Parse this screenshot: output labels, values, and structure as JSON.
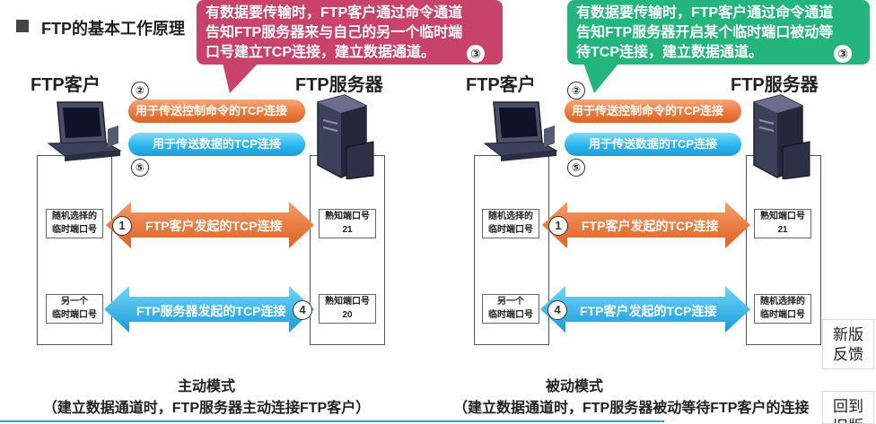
{
  "title": "FTP的基本工作原理",
  "active": {
    "callout_lines": [
      "有数据要传输时，FTP客户通过命令通道",
      "告知FTP服务器来与自己的另一个临时端",
      "口号建立TCP连接，建立数据通道。"
    ],
    "callout_step": "③",
    "client_label": "FTP客户",
    "server_label": "FTP服务器",
    "step_ctrl": "②",
    "ctrl_pipe": "用于传送控制命令的TCP连接",
    "data_pipe": "用于传送数据的TCP连接",
    "step_data": "⑤",
    "client_port1": [
      "随机选择的",
      "临时端口号"
    ],
    "server_port1": [
      "熟知端口号",
      "21"
    ],
    "step_conn1": "1",
    "conn1_label": "FTP客户发起的TCP连接",
    "client_port2": [
      "另一个",
      "临时端口号"
    ],
    "server_port2": [
      "熟知端口号",
      "20"
    ],
    "step_conn2": "4",
    "conn2_label": "FTP服务器发起的TCP连接",
    "caption_title": "主动模式",
    "caption_sub": "（建立数据通道时，FTP服务器主动连接FTP客户）"
  },
  "passive": {
    "callout_lines": [
      "有数据要传输时，FTP客户通过命令通道",
      "告知FTP服务器开启某个临时端口被动等",
      "待TCP连接，建立数据通道。"
    ],
    "callout_step": "③",
    "client_label": "FTP客户",
    "server_label": "FTP服务器",
    "step_ctrl": "②",
    "ctrl_pipe": "用于传送控制命令的TCP连接",
    "data_pipe": "用于传送数据的TCP连接",
    "step_data": "⑤",
    "client_port1": [
      "随机选择的",
      "临时端口号"
    ],
    "server_port1": [
      "熟知端口号",
      "21"
    ],
    "step_conn1": "1",
    "conn1_label": "FTP客户发起的TCP连接",
    "client_port2": [
      "另一个",
      "临时端口号"
    ],
    "server_port2": [
      "随机选择的",
      "临时端口号"
    ],
    "step_conn2": "4",
    "conn2_label": "FTP客户发起的TCP连接",
    "caption_title": "被动模式",
    "caption_sub": "（建立数据通道时，FTP服务器被动等待FTP客户的连接"
  },
  "side": {
    "feedback": [
      "新版",
      "反馈"
    ],
    "back": [
      "回到",
      "旧版"
    ]
  },
  "colors": {
    "active_callout": "#c8426c",
    "passive_callout": "#23b57d",
    "orange": "#ec7a3a",
    "blue": "#29b6f0"
  }
}
